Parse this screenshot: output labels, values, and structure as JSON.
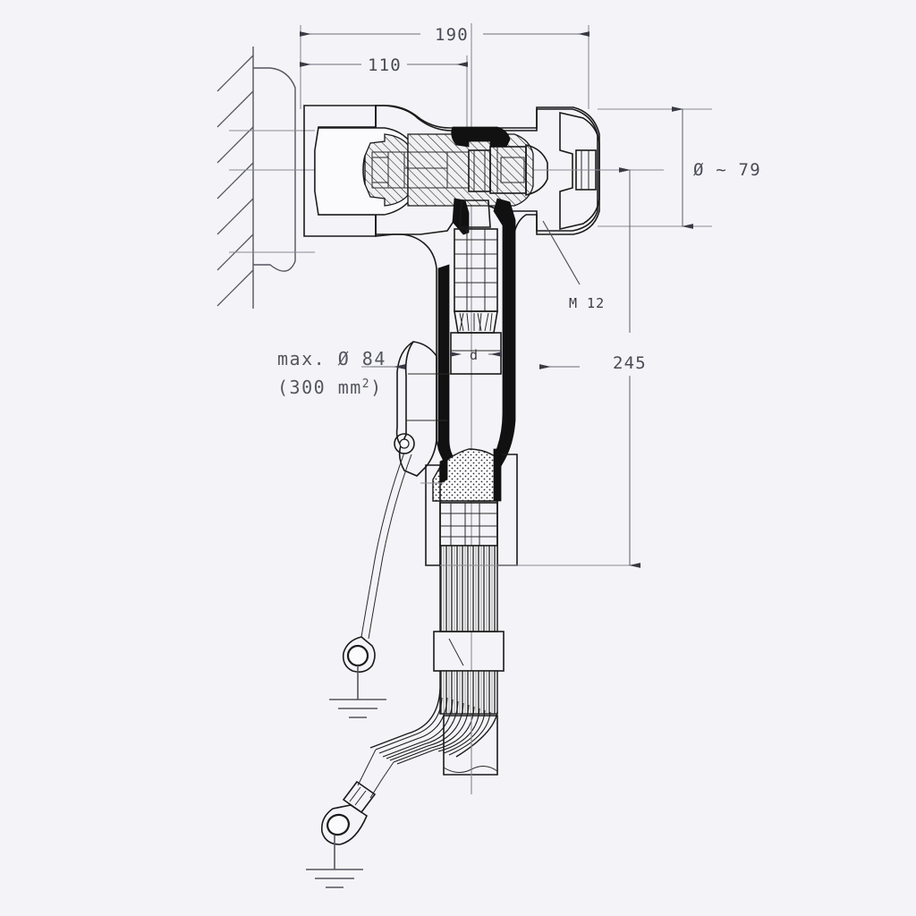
{
  "drawing": {
    "title": "Cable termination cross-section assembly drawing",
    "background_color": "#f4f4f8",
    "line_color": "#1a1a1a",
    "dimension_color": "#6b6b78",
    "text_color": "#55555f"
  },
  "dimensions": {
    "overall_length": "190",
    "mounting_length": "110",
    "outer_diameter": "Ø ~ 79",
    "overall_height": "245",
    "inner_d": "d"
  },
  "labels": {
    "thread": "M 12",
    "max_diameter": "max. Ø 84",
    "cross_section": "(300 mm",
    "cross_section_sup": "2",
    "cross_section_close": ")"
  },
  "icons": {
    "ground_upper": "ground-symbol",
    "ground_lower": "ground-symbol",
    "ring_terminal_upper": "ring-terminal",
    "ring_terminal_lower": "ring-terminal",
    "wall_hatch": "wall-hatching",
    "insulation_hatch": "insulation-crosshatch",
    "metal_hatch": "metal-section-hatch",
    "braid": "cable-braid-shield"
  }
}
